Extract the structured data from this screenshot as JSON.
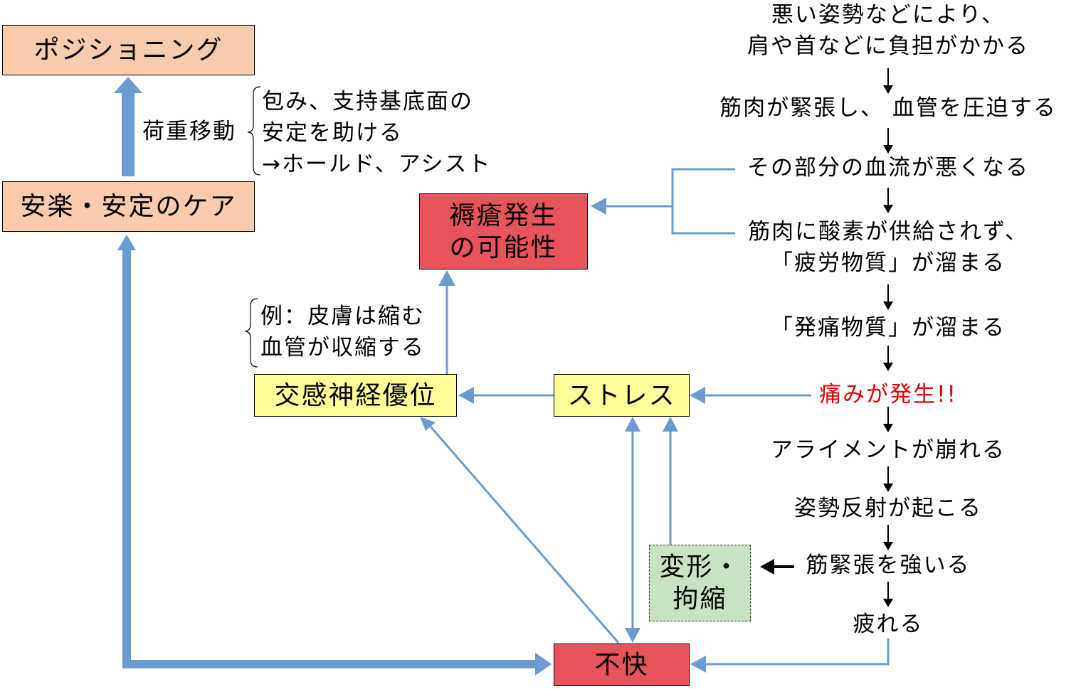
{
  "boxes": {
    "positioning": "ポジショニング",
    "comfort_care": "安楽・安定のケア",
    "pressure_ulcer_line1": "褥瘡発生",
    "pressure_ulcer_line2": "の可能性",
    "sympathetic": "交感神経優位",
    "stress": "ストレス",
    "deformity_line1": "変形・",
    "deformity_line2": "拘縮",
    "discomfort": "不快"
  },
  "annotations": {
    "weight_shift": "荷重移動",
    "support_line1": "包み、支持基底面の",
    "support_line2": "安定を助ける",
    "support_line3": "→ホールド、アシスト",
    "example_line1": "例：皮膚は縮む",
    "example_line2": "血管が収縮する"
  },
  "flow": {
    "step1_line1": "悪い姿勢などにより、",
    "step1_line2": "肩や首などに負担がかかる",
    "step2": "筋肉が緊張し、 血管を圧迫する",
    "step3": "その部分の血流が悪くなる",
    "step4_line1": "筋肉に酸素が供給されず、",
    "step4_line2": "「疲労物質」が溜まる",
    "step5": "「発痛物質」が溜まる",
    "step6": "痛みが発生!!",
    "step7": "アライメントが崩れる",
    "step8": "姿勢反射が起こる",
    "step9": "筋緊張を強いる",
    "step10": "疲れる"
  },
  "colors": {
    "peach": "#f8cbad",
    "red_box": "#e9545c",
    "yellow_box": "#ffff99",
    "green_box": "#c9e2c3",
    "arrow_blue": "#6b9bd1",
    "alert_text": "#e00000"
  }
}
